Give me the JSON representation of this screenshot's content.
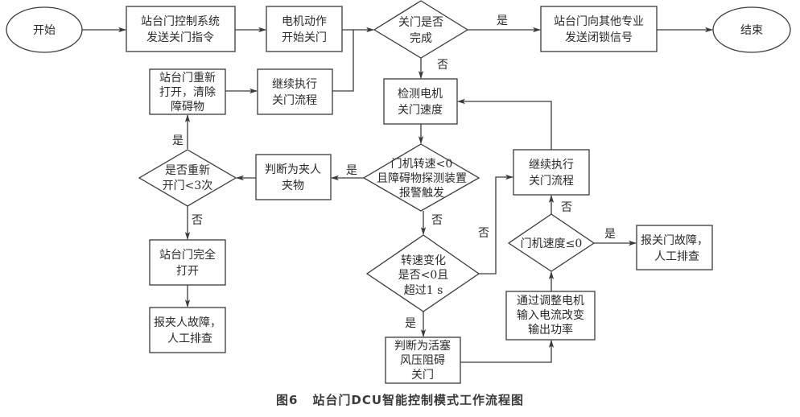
{
  "nodes": {
    "start": {
      "lines": [
        "开始"
      ]
    },
    "send_close_cmd": {
      "lines": [
        "站台门控制系统",
        "发送关门指令"
      ]
    },
    "motor_start_close": {
      "lines": [
        "电机动作",
        "开始关门"
      ]
    },
    "close_done_decision": {
      "lines": [
        "关门是否",
        "完成"
      ]
    },
    "send_lock_signal": {
      "lines": [
        "站台门向其他专业",
        "发送闭锁信号"
      ]
    },
    "end": {
      "lines": [
        "结束"
      ]
    },
    "reopen_clear": {
      "lines": [
        "站台门重新",
        "打开，清除",
        "障碍物"
      ]
    },
    "continue_close_left": {
      "lines": [
        "继续执行",
        "关门流程"
      ]
    },
    "detect_speed": {
      "lines": [
        "检测电机",
        "关门速度"
      ]
    },
    "obstacle_decision": {
      "lines": [
        "门机转速<0",
        "且障碍物探测装置",
        "报警触发"
      ]
    },
    "judge_pinch": {
      "lines": [
        "判断为夹人",
        "夹物"
      ]
    },
    "reopen_count_decision": {
      "lines": [
        "是否重新",
        "开门<3次"
      ]
    },
    "fully_open": {
      "lines": [
        "站台门完全",
        "打开"
      ]
    },
    "report_pinch_fault": {
      "lines": [
        "报夹人故障，",
        "人工排查"
      ]
    },
    "speed_change_decision": {
      "lines": [
        "转速变化",
        "是否<0且",
        "超过1 s"
      ]
    },
    "judge_piston": {
      "lines": [
        "判断为活塞",
        "风压阻碍",
        "关门"
      ]
    },
    "continue_close_right": {
      "lines": [
        "继续执行",
        "关门流程"
      ]
    },
    "speed_le0_decision": {
      "lines": [
        "门机速度≤0"
      ]
    },
    "report_close_fault": {
      "lines": [
        "报关门故障，",
        "人工排查"
      ]
    },
    "adjust_motor": {
      "lines": [
        "通过调整电机",
        "输入电流改变",
        "输出功率"
      ]
    }
  },
  "edge_labels": {
    "close_done_yes": "是",
    "close_done_no": "否",
    "obstacle_yes": "是",
    "obstacle_no": "否",
    "reopen_count_yes": "是",
    "reopen_count_no": "否",
    "speed_change_yes": "是",
    "speed_change_no": "否",
    "speed_le0_yes": "是",
    "speed_le0_no": "否"
  },
  "caption": {
    "number": "图6",
    "title": "站台门DCU智能控制模式工作流程图"
  }
}
